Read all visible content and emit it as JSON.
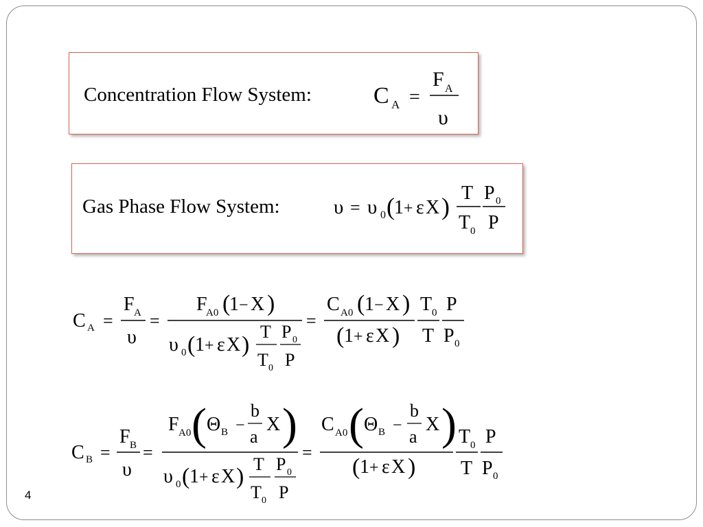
{
  "slide": {
    "page_number": "4",
    "box1": {
      "label": "Concentration Flow System:"
    },
    "box2": {
      "label": "Gas Phase Flow System:"
    }
  },
  "sym": {
    "C": "C",
    "F": "F",
    "T": "T",
    "P": "P",
    "X": "X",
    "A": "A",
    "B": "B",
    "A0": "A0",
    "zero": "0",
    "one": "1",
    "nu": "υ",
    "eps": "ε",
    "Theta": "Θ",
    "b": "b",
    "a": "a",
    "eq": "=",
    "plus": "+",
    "minus": "−",
    "lp": "(",
    "rp": ")"
  }
}
